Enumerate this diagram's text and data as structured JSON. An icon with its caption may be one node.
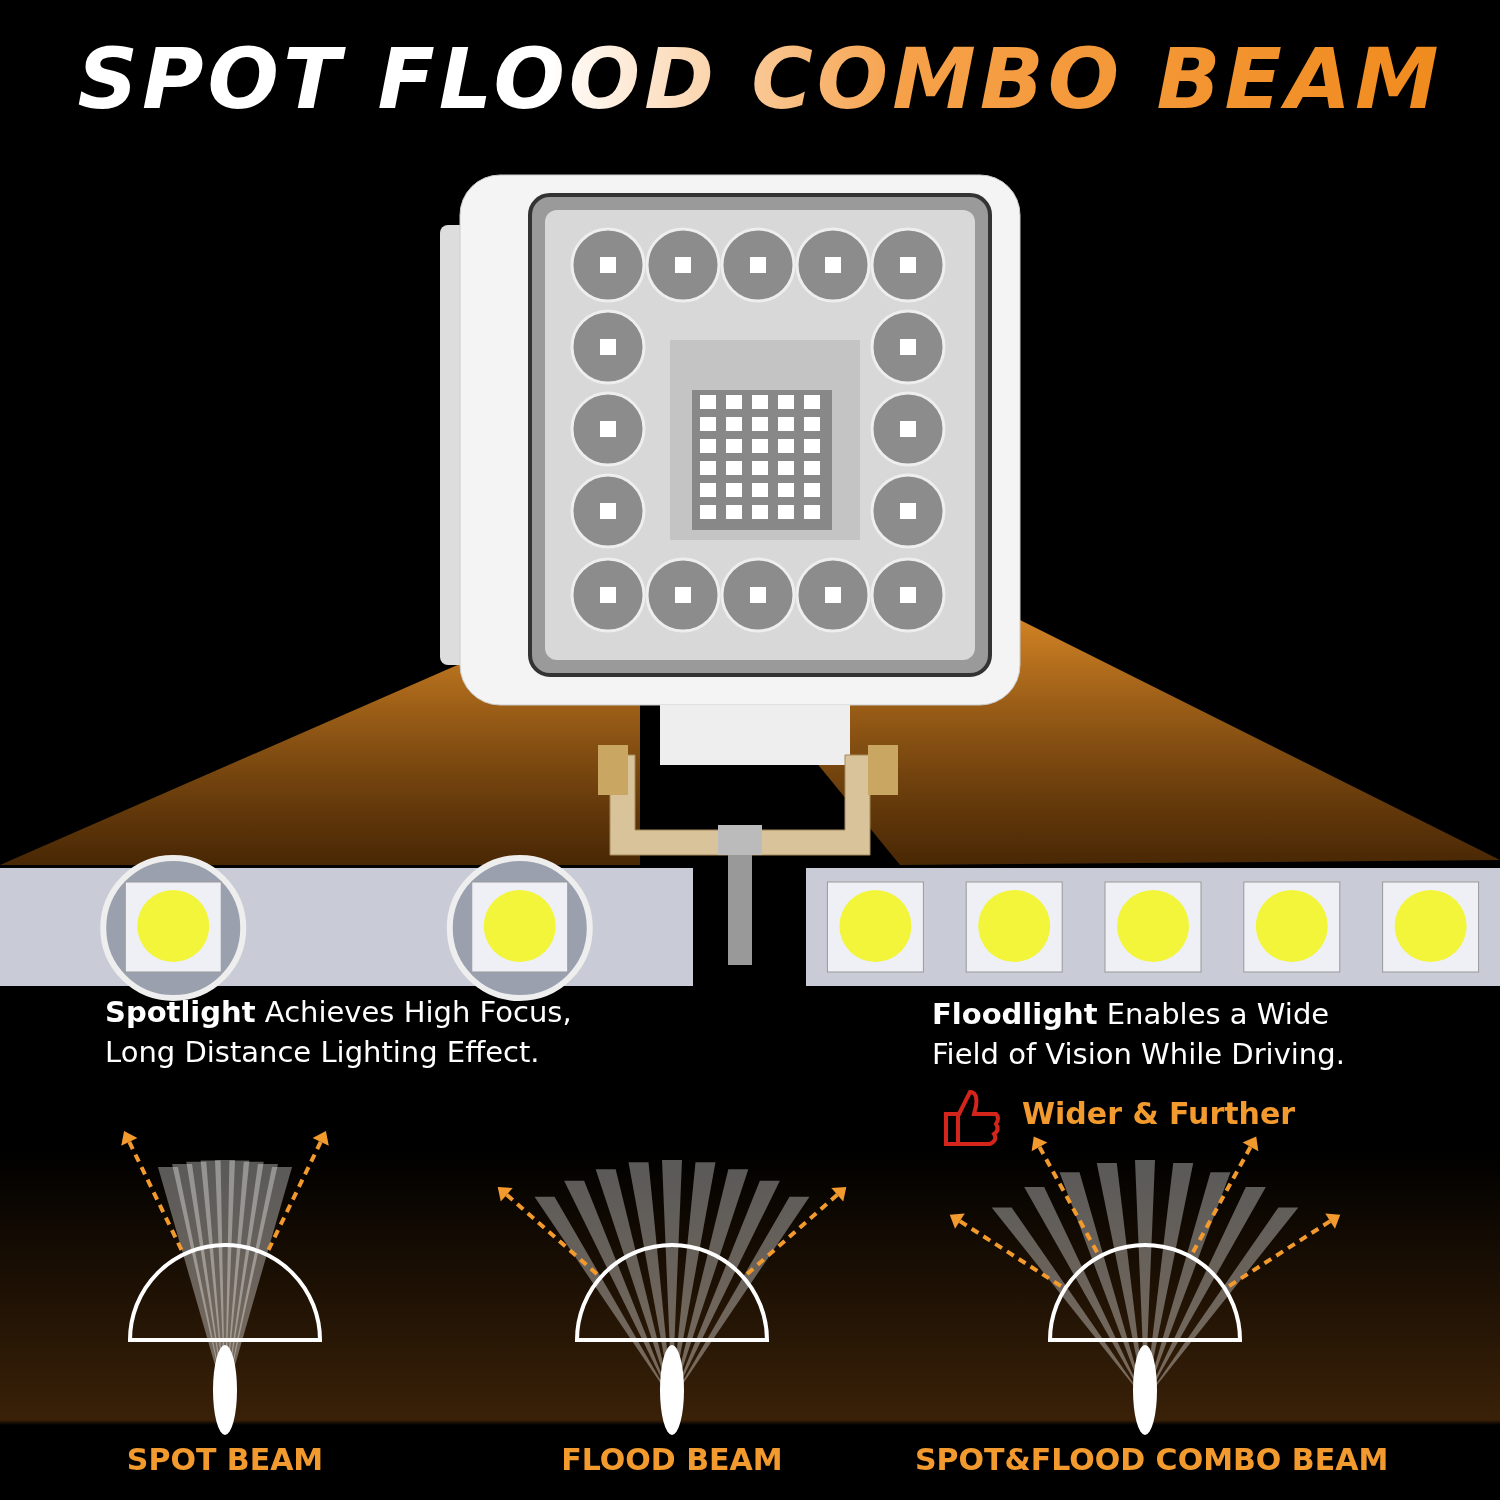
{
  "diagram": {
    "title": "SPOT FLOOD COMBO BEAM",
    "labels": [
      "**Spotlight** Achieves High Focus, Long Distance Lighting Effect.",
      "**Floodlight** Enables a Wide Field of Vision While Driving.",
      "Wider & Further",
      "SPOT BEAM",
      "FLOOD BEAM",
      "SPOT&FLOOD COMBO BEAM"
    ]
  }
}
